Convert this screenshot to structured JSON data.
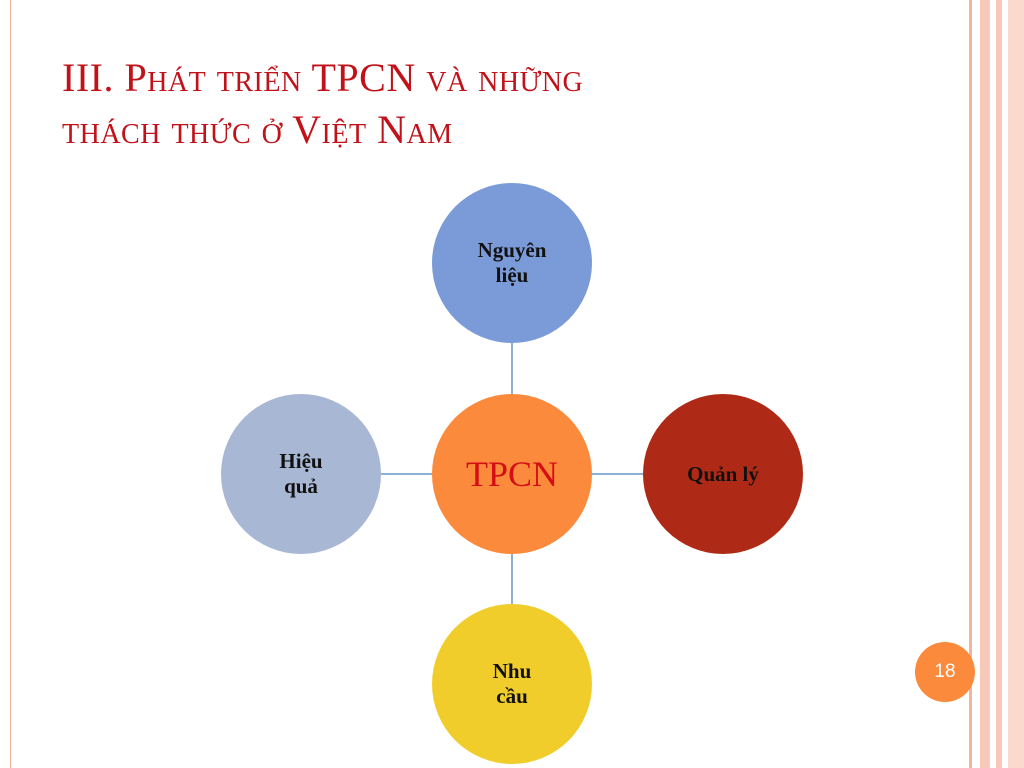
{
  "slide": {
    "title_line1": "III. Phát triển TPCN và những",
    "title_line2": "thách thức ở Việt Nam",
    "page_number": "18"
  },
  "diagram": {
    "center": "TPCN",
    "top": {
      "line1": "Nguyên",
      "line2": "liệu"
    },
    "right": {
      "line1": "Quản lý"
    },
    "bottom": {
      "line1": "Nhu",
      "line2": "cầu"
    },
    "left": {
      "line1": "Hiệu",
      "line2": "quả"
    }
  },
  "colors": {
    "title": "#c1121a",
    "center_fill": "#fb8a3c",
    "center_text": "#d40e14",
    "top_fill": "#7b9ad8",
    "right_fill": "#ae2a16",
    "bottom_fill": "#f1cd2b",
    "left_fill": "#a8b7d4",
    "connector": "#8fb0d6"
  }
}
